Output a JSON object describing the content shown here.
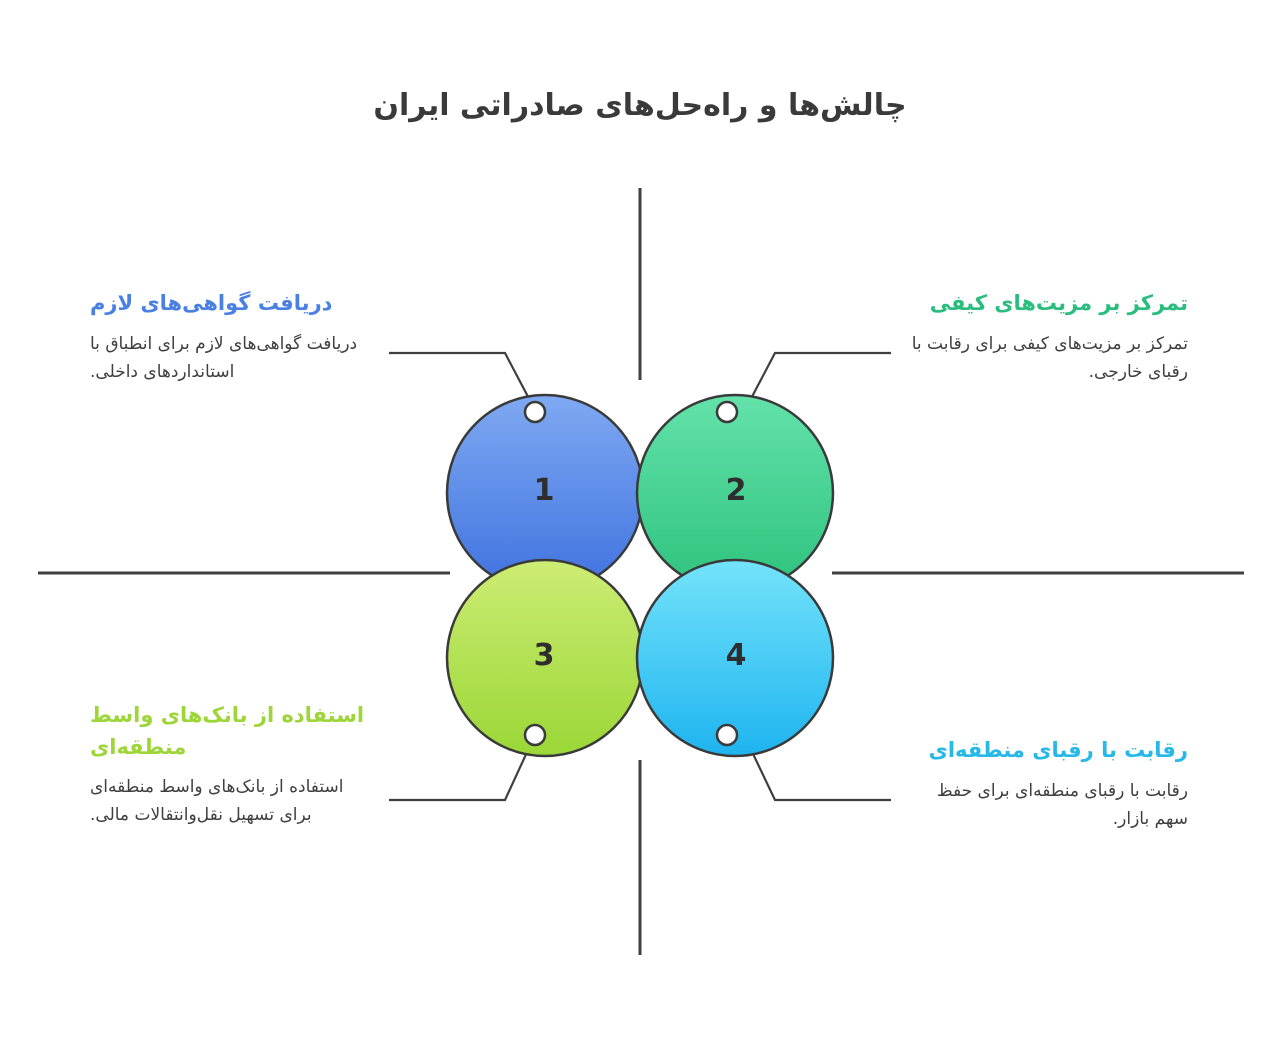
{
  "title": "چالش‌ها و راه‌حل‌های صادراتی ایران",
  "items": [
    {
      "number": "1",
      "heading": "دریافت گواهی‌های لازم",
      "body": "دریافت گواهی‌های لازم برای انطباق با استانداردهای داخلی.",
      "color": "#4a7fe3",
      "fill_top": "#7aa6f0",
      "fill_bottom": "#3f72df"
    },
    {
      "number": "2",
      "heading": "تمرکز بر مزیت‌های کیفی",
      "body": "تمرکز بر مزیت‌های کیفی برای رقابت با رقبای خارجی.",
      "color": "#2bbd7e",
      "fill_top": "#62e0a8",
      "fill_bottom": "#2ec27e"
    },
    {
      "number": "3",
      "heading": "استفاده از بانک‌های واسط منطقه‌ای",
      "body": "استفاده از بانک‌های واسط منطقه‌ای برای تسهیل نقل‌وانتقالات مالی.",
      "color": "#9ed63a",
      "fill_top": "#cbeb72",
      "fill_bottom": "#9ed63a"
    },
    {
      "number": "4",
      "heading": "رقابت با رقبای منطقه‌ای",
      "body": "رقابت با رقبای منطقه‌ای برای حفظ سهم بازار.",
      "color": "#26b8e8",
      "fill_top": "#6fe0fb",
      "fill_bottom": "#22b6ee"
    }
  ],
  "colors": {
    "axis": "#3f3f3f",
    "connector": "#3f3f3f",
    "stroke": "#3a3a3a",
    "title": "#3a3a3a"
  }
}
